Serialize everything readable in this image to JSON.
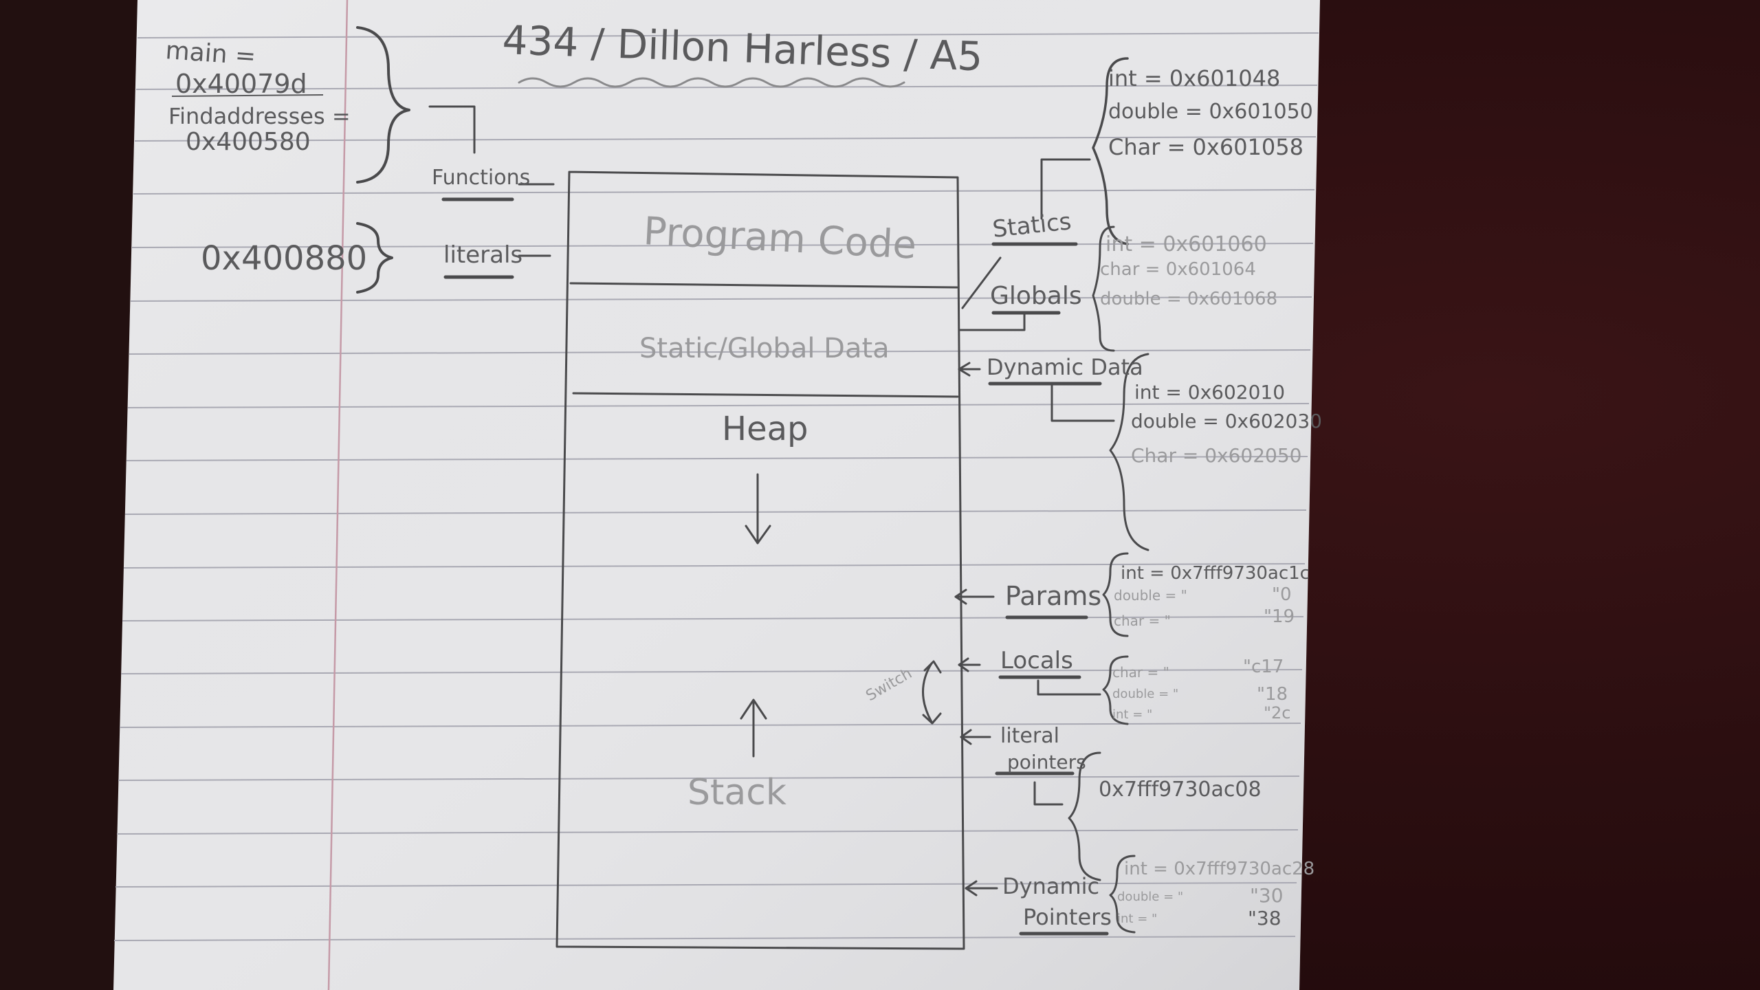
{
  "title": "434 / Dillon Harless / A5",
  "left_notes": {
    "main_label": "main =",
    "main_addr": "0x40079d",
    "findaddresses_label": "Findaddresses =",
    "findaddresses_addr": "0x400580",
    "literal_addr": "0x400880",
    "functions_label": "Functions",
    "literals_label": "literals"
  },
  "memory_sections": {
    "program_code": "Program Code",
    "static_global": "Static/Global Data",
    "heap": "Heap",
    "stack": "Stack"
  },
  "right_labels": {
    "statics": "Statics",
    "globals": "Globals",
    "dynamic_data": "Dynamic Data",
    "params": "Params",
    "locals": "Locals",
    "literal_pointers_1": "literal",
    "literal_pointers_2": "pointers",
    "dynamic_pointers_1": "Dynamic",
    "dynamic_pointers_2": "Pointers",
    "switch_label": "Switch"
  },
  "statics": {
    "int": "int = 0x601048",
    "double": "double = 0x601050",
    "char": "Char = 0x601058"
  },
  "globals": {
    "int": "int = 0x601060",
    "char": "char = 0x601064",
    "double": "double = 0x601068"
  },
  "dynamic_data": {
    "int": "int = 0x602010",
    "double": "double = 0x602030",
    "char": "Char = 0x602050"
  },
  "params": {
    "int": "int = 0x7fff9730ac1c",
    "double": "double = \"",
    "double_tail": "\"0",
    "char": "char = \"",
    "char_tail": "\"19"
  },
  "locals": {
    "char": "char = \"",
    "char_tail": "\"c17",
    "double": "double = \"",
    "double_tail": "\"18",
    "int": "int = \"",
    "int_tail": "\"2c"
  },
  "literal_pointers": {
    "addr": "0x7fff9730ac08"
  },
  "dynamic_pointers": {
    "int": "int = 0x7fff9730ac28",
    "double": "double = \"",
    "double_tail": "\"30",
    "int2": "int = \"",
    "int2_tail": "\"38"
  }
}
